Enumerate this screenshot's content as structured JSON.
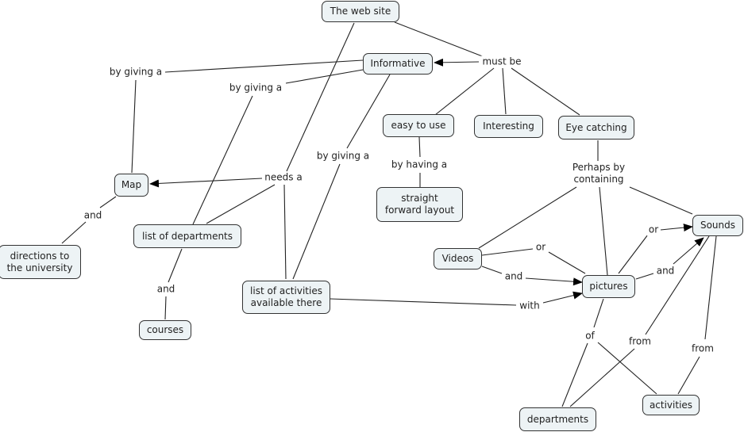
{
  "map": {
    "concepts": [
      {
        "id": "website",
        "label": "The web site"
      },
      {
        "id": "informative",
        "label": "Informative"
      },
      {
        "id": "easy",
        "label": "easy to use"
      },
      {
        "id": "interesting",
        "label": "Interesting"
      },
      {
        "id": "eyecatching",
        "label": "Eye catching"
      },
      {
        "id": "layout",
        "label": "straight\nforward layout"
      },
      {
        "id": "map",
        "label": "Map"
      },
      {
        "id": "directions",
        "label": "directions to\nthe university"
      },
      {
        "id": "listdepts",
        "label": "list of departments"
      },
      {
        "id": "courses",
        "label": "courses"
      },
      {
        "id": "listacts",
        "label": "list of activities\navailable there"
      },
      {
        "id": "videos",
        "label": "Videos"
      },
      {
        "id": "pictures",
        "label": "pictures"
      },
      {
        "id": "sounds",
        "label": "Sounds"
      },
      {
        "id": "departments",
        "label": "departments"
      },
      {
        "id": "activities",
        "label": "activities"
      }
    ],
    "linking_phrases": [
      {
        "id": "mustbe",
        "label": "must be"
      },
      {
        "id": "bygiving1",
        "label": "by giving a"
      },
      {
        "id": "bygiving2",
        "label": "by giving a"
      },
      {
        "id": "bygiving3",
        "label": "by giving a"
      },
      {
        "id": "needsa",
        "label": "needs a"
      },
      {
        "id": "byhaving",
        "label": "by having a"
      },
      {
        "id": "perhaps",
        "label": "Perhaps by\ncontaining"
      },
      {
        "id": "and_map",
        "label": "and"
      },
      {
        "id": "and_courses",
        "label": "and"
      },
      {
        "id": "or_vp",
        "label": "or"
      },
      {
        "id": "and_vp",
        "label": "and"
      },
      {
        "id": "with",
        "label": "with"
      },
      {
        "id": "or_ps",
        "label": "or"
      },
      {
        "id": "and_ps",
        "label": "and"
      },
      {
        "id": "of",
        "label": "of"
      },
      {
        "id": "from1",
        "label": "from"
      },
      {
        "id": "from2",
        "label": "from"
      }
    ]
  }
}
